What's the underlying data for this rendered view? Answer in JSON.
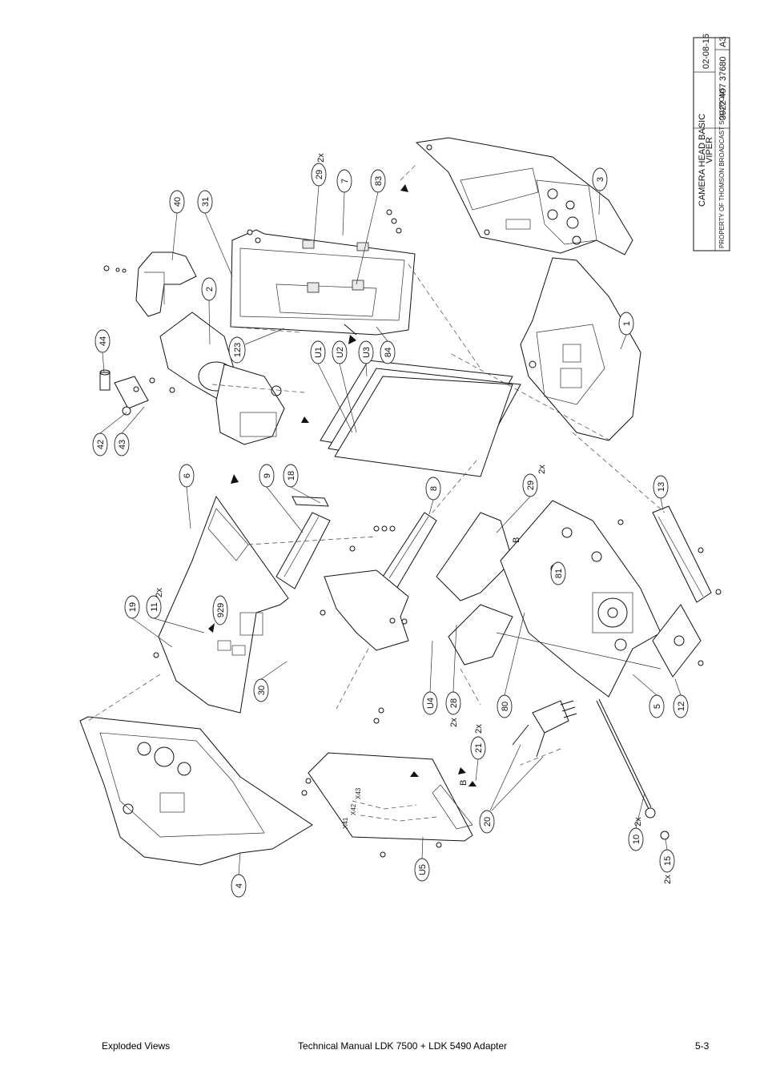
{
  "title_block": {
    "title": "CAMERA HEAD BASIC",
    "subtitle": "VIPER",
    "part_number": "3922 407 37680",
    "date": "02-08-16",
    "sheet_size": "A3",
    "notice": "PROPERTY OF THOMSON BROADCAST SOLUTIONS"
  },
  "callouts": {
    "c1": "1",
    "c2": "2",
    "c3": "3",
    "c4": "4",
    "c5": "5",
    "c6": "6",
    "c7": "7",
    "c8": "8",
    "c9": "9",
    "c10": "10",
    "c11": "11",
    "c12": "12",
    "c13": "13",
    "c15": "15",
    "c18": "18",
    "c19": "19",
    "c20": "20",
    "c21": "21",
    "c28": "28",
    "c29a": "29",
    "c29b": "29",
    "c30": "30",
    "c31": "31",
    "c40": "40",
    "c42": "42",
    "c43": "43",
    "c44": "44",
    "c80": "80",
    "c81": "81",
    "c83": "83",
    "c84": "84",
    "c123": "123",
    "c929": "929",
    "u1": "U1",
    "u2": "U2",
    "u3": "U3",
    "u4": "U4",
    "u5": "U5"
  },
  "quantities": {
    "q29a": "2x",
    "q29b": "2x",
    "q11": "2x",
    "q28": "2x",
    "q21": "2x",
    "q10": "2x",
    "q15": "2x"
  },
  "letters": {
    "b1": "B",
    "b2": "B"
  },
  "board_labels": {
    "x41": "X41",
    "x42": "X42",
    "x43": "X43"
  },
  "footer": {
    "left": "Exploded Views",
    "center": "Technical Manual LDK 7500 + LDK 5490 Adapter",
    "right": "5-3"
  }
}
